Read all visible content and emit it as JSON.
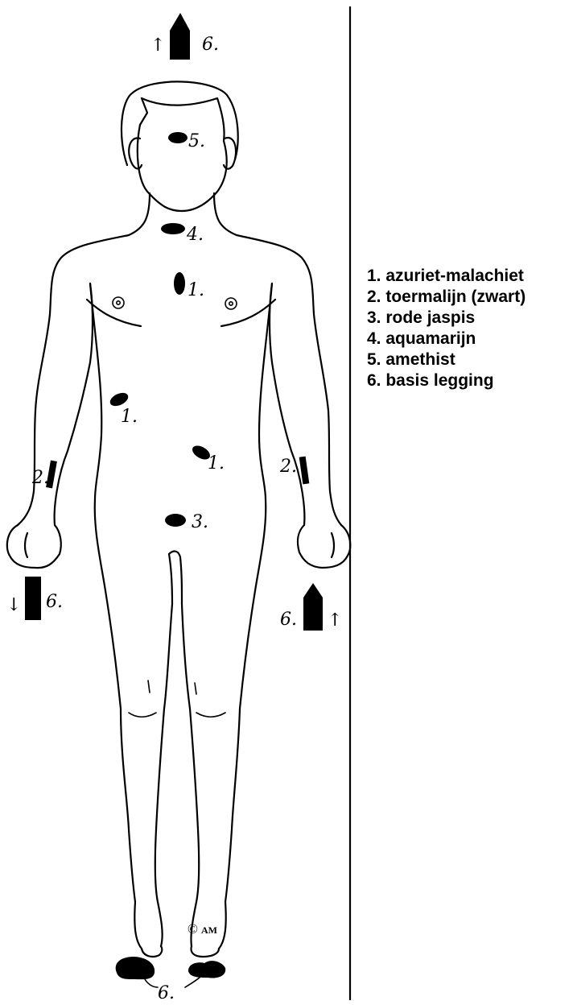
{
  "legend": [
    "1. azuriet-malachiet",
    "2. toermalijn (zwart)",
    "3. rode jaspis",
    "4. aquamarijn",
    "5. amethist",
    "6. basis legging"
  ],
  "markers": {
    "crown_stone": "6.",
    "forehead": "5.",
    "throat": "4.",
    "chest": "1.",
    "side_left": "1.",
    "belly_right": "1.",
    "pelvis": "3.",
    "arm_left": "2.",
    "arm_right": "2.",
    "hand_left_stone": "6.",
    "hand_right_stone": "6.",
    "feet_stones": "6."
  },
  "copyright": {
    "symbol": "©",
    "initials": "AM"
  },
  "arrows": {
    "up": "↑",
    "down": "↓"
  }
}
